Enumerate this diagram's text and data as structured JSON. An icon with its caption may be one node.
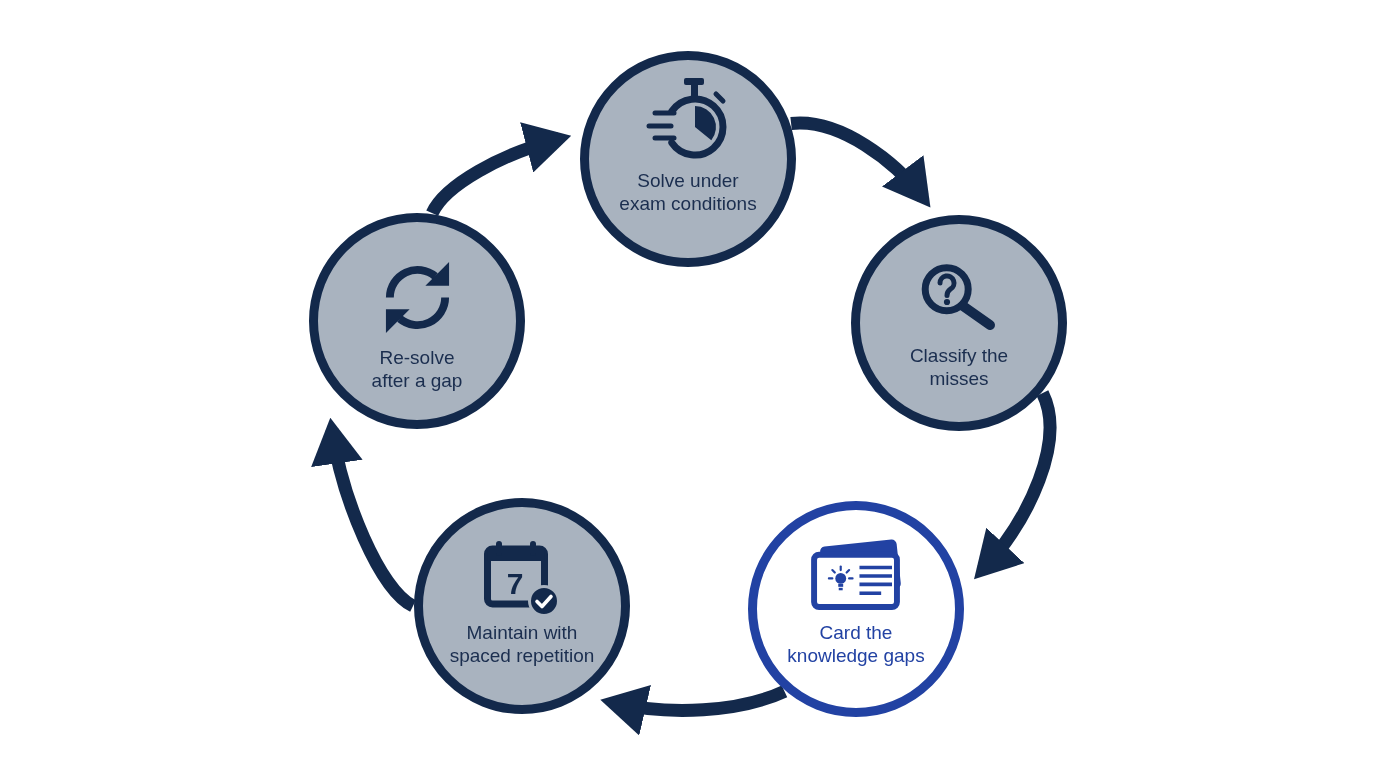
{
  "diagram": {
    "nodes": [
      {
        "text": [
          "Solve under exam conditions"
        ]
      },
      {
        "text": [
          "Classify the misses"
        ]
      },
      {
        "text": [
          "Card the knowledge gaps"
        ]
      },
      {
        "text": [
          "7",
          "Maintain with spaced repetition"
        ]
      },
      {
        "text": [
          "Re-solve after a gap"
        ]
      }
    ],
    "edges": [
      {
        "from": 0,
        "to": 1,
        "arrow": "to"
      },
      {
        "from": 1,
        "to": 2,
        "arrow": "to"
      },
      {
        "from": 2,
        "to": 3,
        "arrow": "to"
      },
      {
        "from": 3,
        "to": 4,
        "arrow": "to"
      },
      {
        "from": 4,
        "to": 0,
        "arrow": "to"
      }
    ]
  }
}
